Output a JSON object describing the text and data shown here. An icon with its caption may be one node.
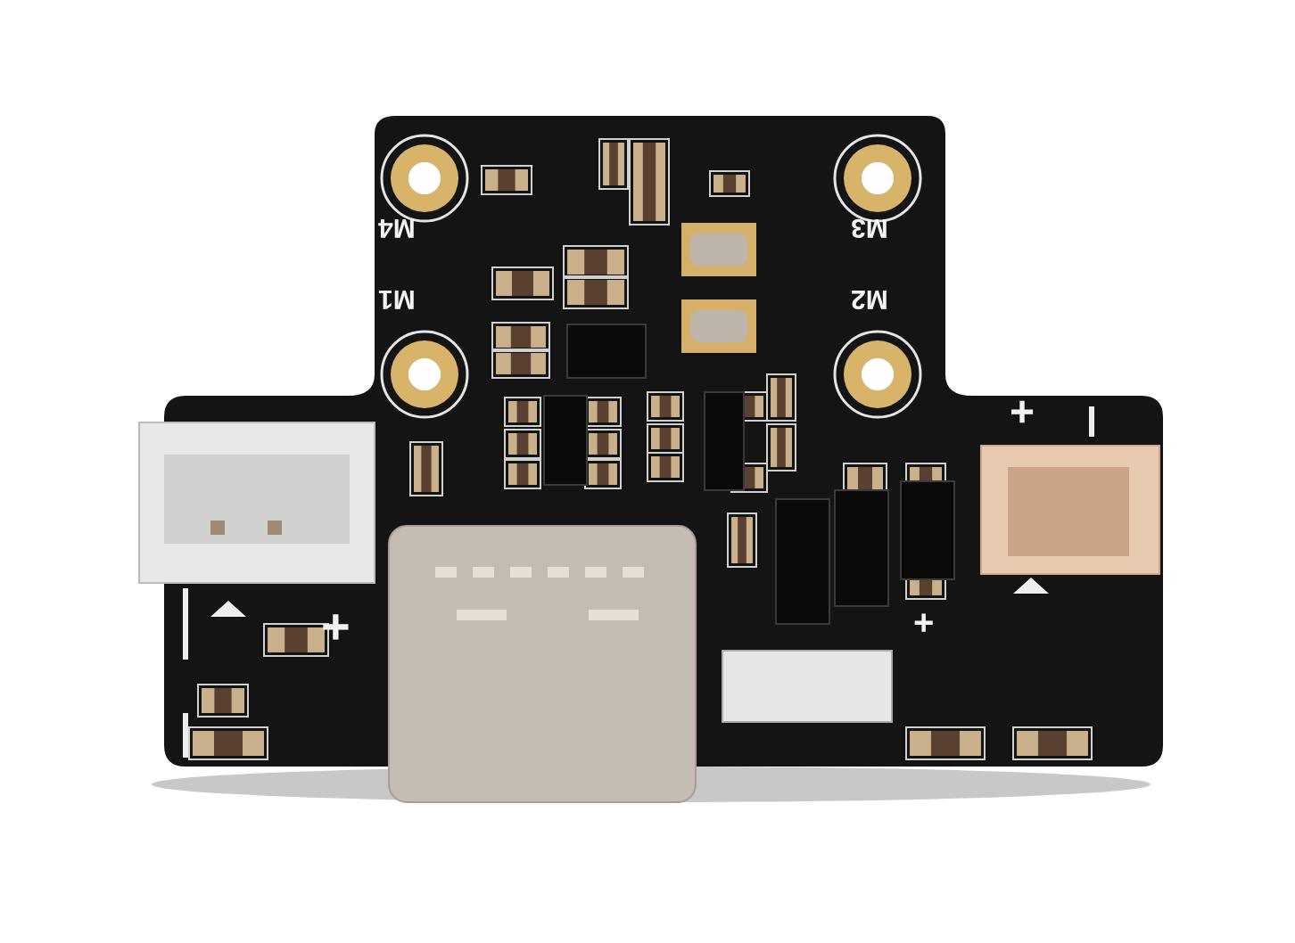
{
  "diagram": {
    "labels": [
      "M4",
      "M3",
      "M1",
      "M2",
      "+",
      "+",
      "+"
    ]
  }
}
